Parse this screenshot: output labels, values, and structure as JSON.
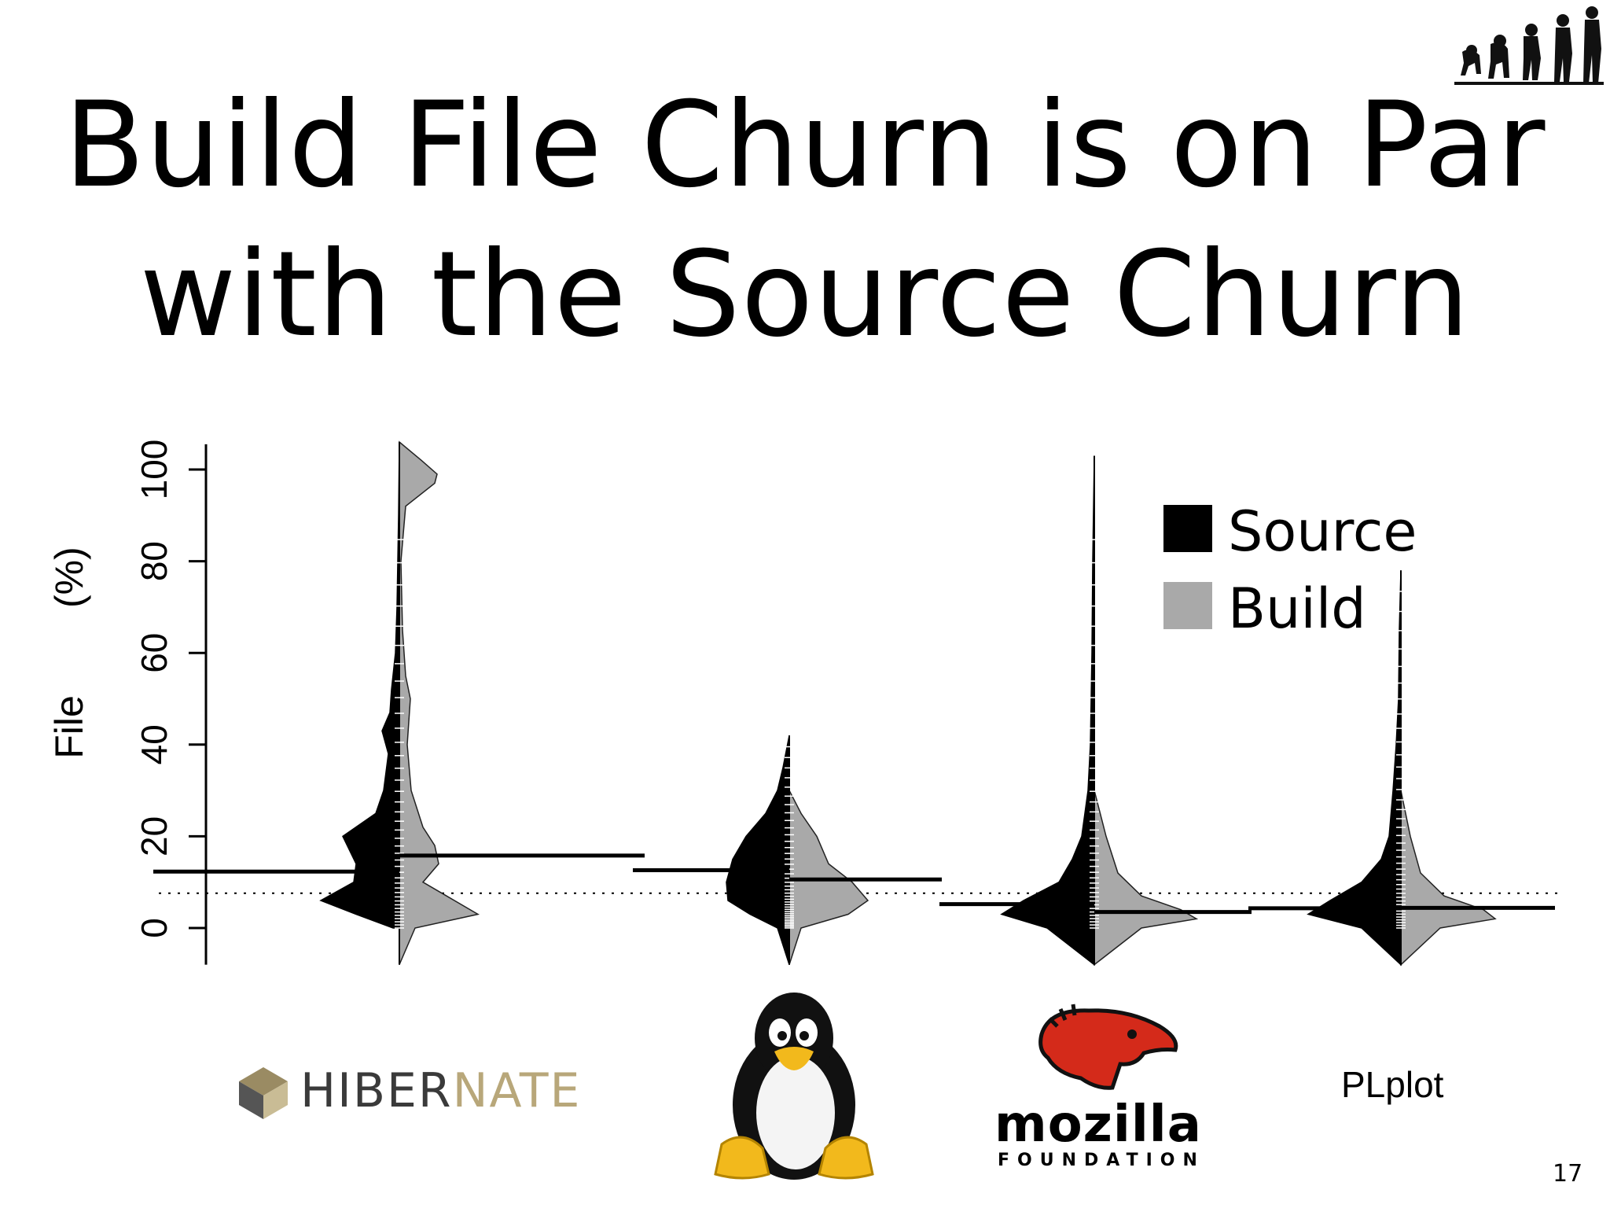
{
  "slide": {
    "title_line1": "Build File Churn is on Par",
    "title_line2": "with the Source Churn",
    "number": "17"
  },
  "logos": {
    "hibernate_part1": "HIBER",
    "hibernate_part2": "NATE",
    "mozilla_word": "mozilla",
    "mozilla_foundation": "FOUNDATION",
    "plplot": "PLplot",
    "linux": "",
    "evolution_icon": "evolution-of-man-icon"
  },
  "colors": {
    "source": "#000000",
    "build": "#a9a9a9"
  },
  "chart_data": {
    "type": "beanplot",
    "ylabel": "File        (%)",
    "ylim": [
      -8,
      106
    ],
    "yticks": [
      0,
      20,
      40,
      60,
      80,
      100
    ],
    "grid": false,
    "legend_position": "top-right",
    "reference_line": 7.6,
    "series": [
      {
        "name": "Source",
        "side": "left"
      },
      {
        "name": "Build",
        "side": "right"
      }
    ],
    "categories": [
      "HIBERNATE",
      "Linux",
      "mozilla FOUNDATION",
      "PLplot"
    ],
    "medians": {
      "Source": [
        12.3,
        12.6,
        5.2,
        4.3
      ],
      "Build": [
        15.8,
        10.6,
        3.5,
        4.4
      ]
    },
    "max_values": {
      "Source": [
        106,
        42,
        103,
        78
      ],
      "Build": [
        106,
        28,
        30,
        30
      ]
    }
  }
}
